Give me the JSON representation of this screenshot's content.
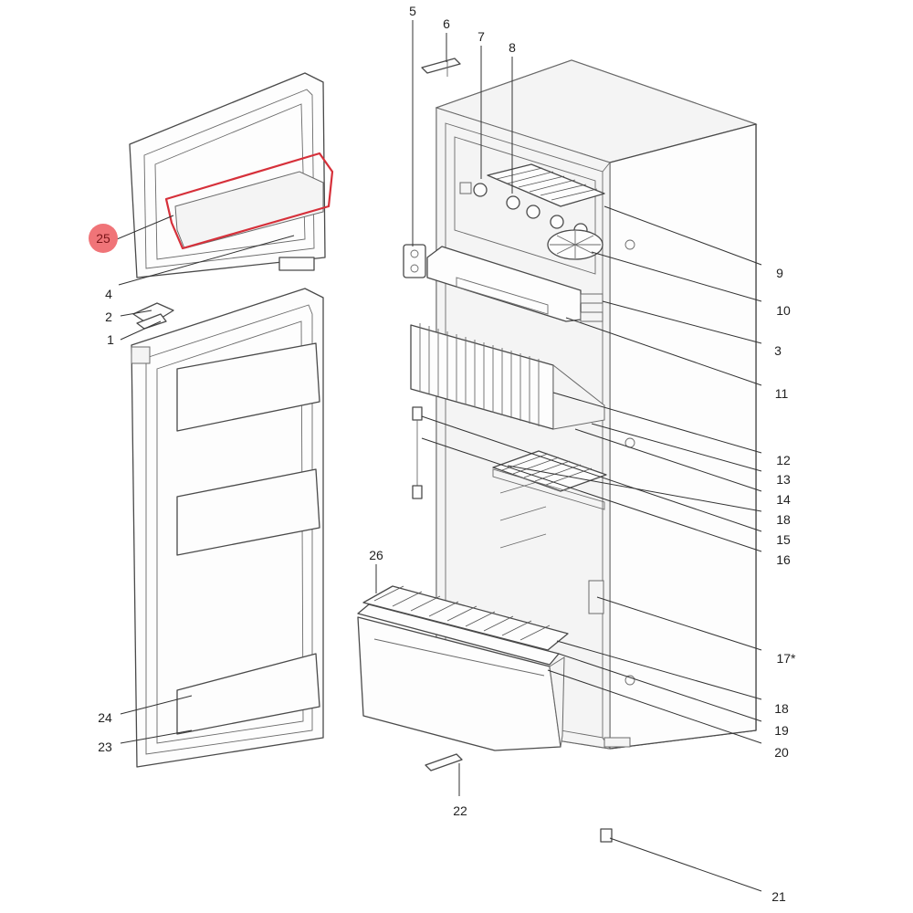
{
  "diagram": {
    "accent_color": "#d6303a",
    "badge_color": "#f07478",
    "highlighted_part": "25",
    "labels": {
      "p1": "1",
      "p2": "2",
      "p3": "3",
      "p4": "4",
      "p5": "5",
      "p6": "6",
      "p7": "7",
      "p8": "8",
      "p9": "9",
      "p10": "10",
      "p11": "11",
      "p12": "12",
      "p13": "13",
      "p14": "14",
      "p15": "15",
      "p16": "16",
      "p17": "17*",
      "p18a": "18",
      "p18b": "18",
      "p19": "19",
      "p20": "20",
      "p21": "21",
      "p22": "22",
      "p23": "23",
      "p24": "24",
      "p25": "25",
      "p26": "26"
    }
  }
}
